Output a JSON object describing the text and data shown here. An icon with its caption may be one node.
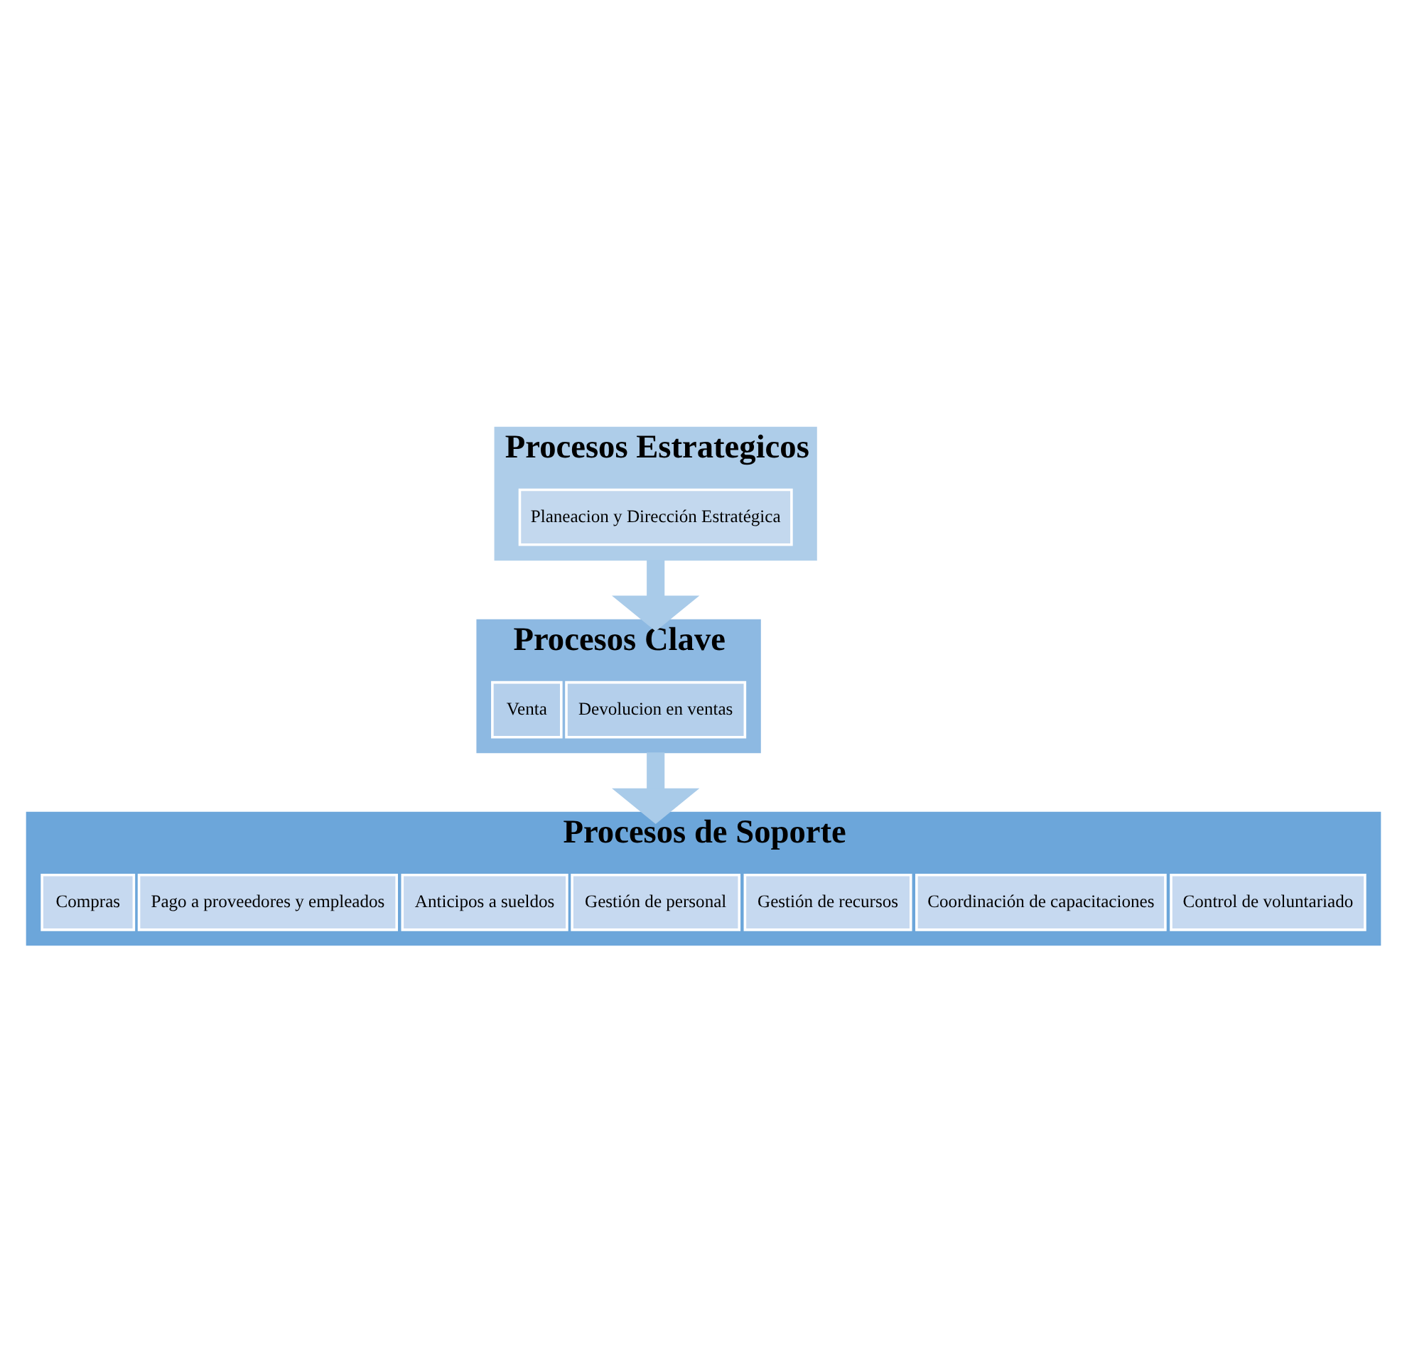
{
  "diagram": {
    "nodes": [
      {
        "text": [
          "Procesos Estrategicos"
        ]
      },
      {
        "text": [
          "Planeacion y Dirección Estratégica"
        ],
        "in": 0
      },
      {
        "text": [
          "Procesos Clave"
        ]
      },
      {
        "text": [
          "Venta"
        ],
        "in": 2
      },
      {
        "text": [
          "Devolucion en ventas"
        ],
        "in": 2
      },
      {
        "text": [
          "Procesos de Soporte"
        ]
      },
      {
        "text": [
          "Compras"
        ],
        "in": 5
      },
      {
        "text": [
          "Pago a proveedores y empleados"
        ],
        "in": 5
      },
      {
        "text": [
          "Anticipos a sueldos"
        ],
        "in": 5
      },
      {
        "text": [
          "Gestión de personal"
        ],
        "in": 5
      },
      {
        "text": [
          "Gestión de recursos"
        ],
        "in": 5
      },
      {
        "text": [
          "Coordinación de capacitaciones"
        ],
        "in": 5
      },
      {
        "text": [
          "Control de voluntariado"
        ],
        "in": 5
      }
    ],
    "edges": [
      {
        "from": 0,
        "to": 2,
        "arrow": "to"
      },
      {
        "from": 2,
        "to": 5,
        "arrow": "to"
      }
    ]
  }
}
